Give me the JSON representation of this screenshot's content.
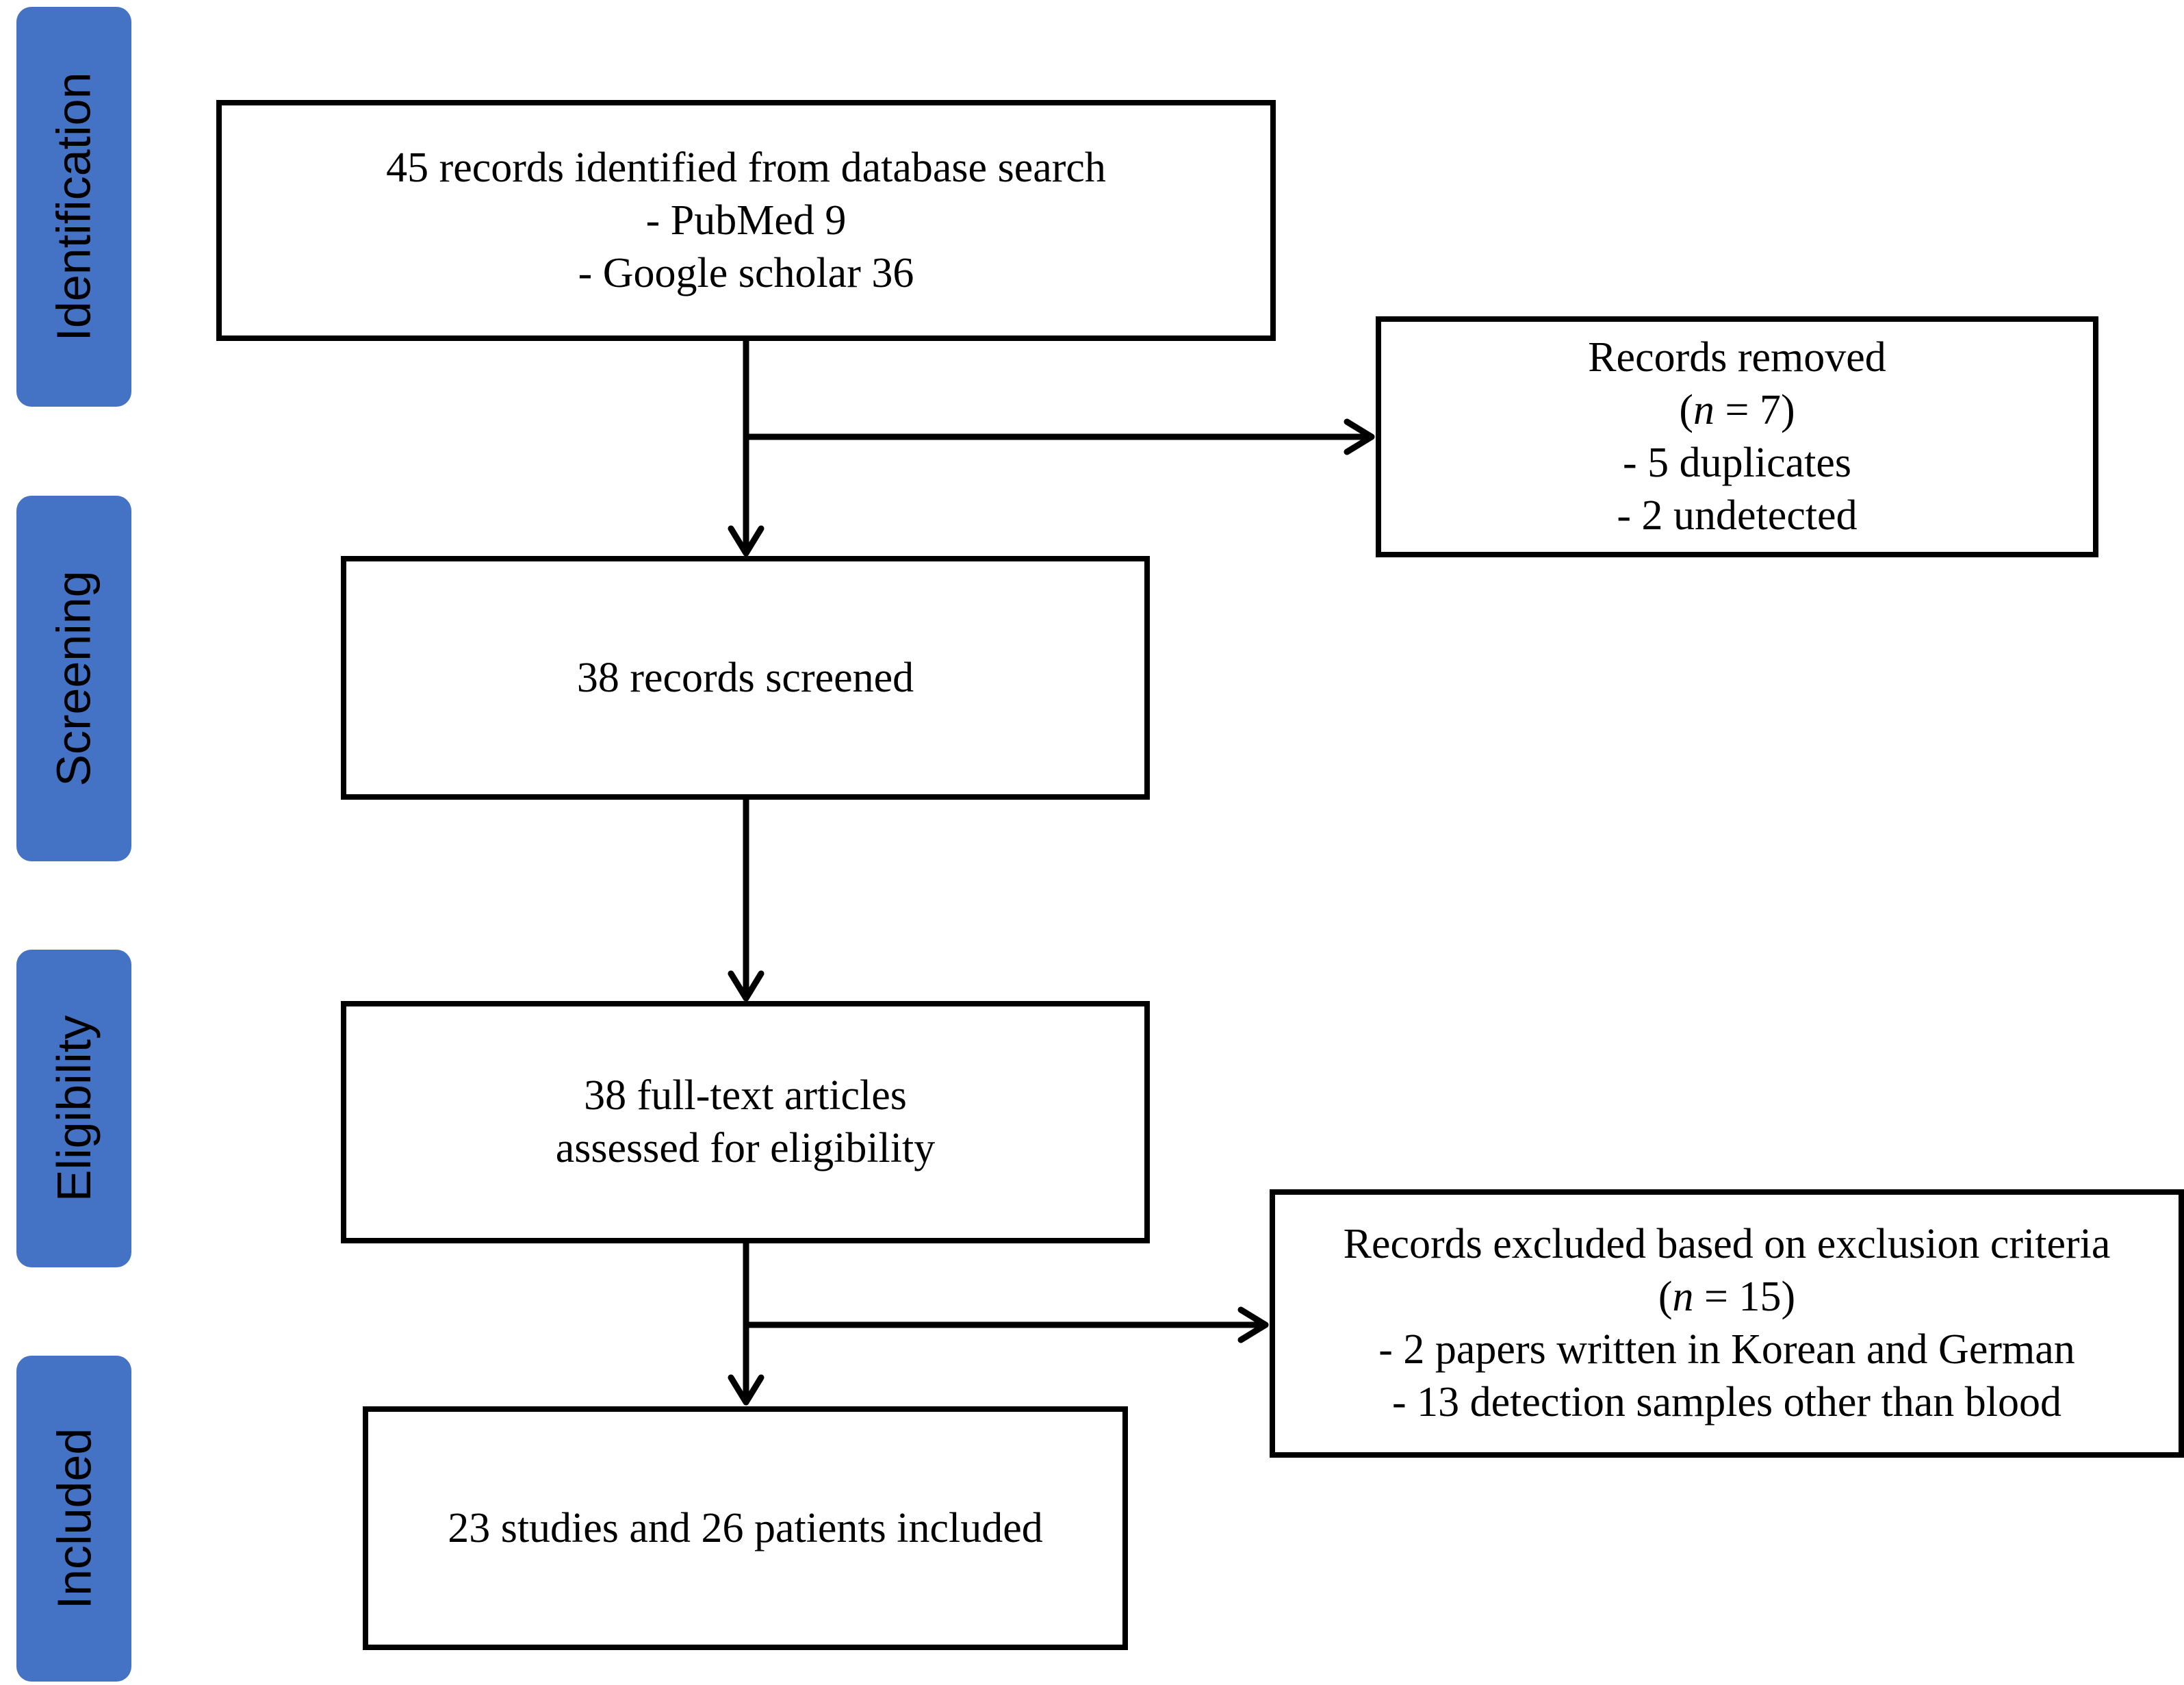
{
  "stages": {
    "identification": "Identification",
    "screening": "Screening",
    "eligibility": "Eligibility",
    "included": "Included"
  },
  "boxes": {
    "identified": {
      "line1": "45 records identified from database search",
      "line2": "- PubMed 9",
      "line3": "- Google scholar 36"
    },
    "removed": {
      "line1": "Records removed",
      "n_prefix": "(",
      "n_symbol": "n",
      "n_value": " = 7)",
      "line3": "- 5 duplicates",
      "line4": "- 2 undetected"
    },
    "screened": {
      "line1": "38 records screened"
    },
    "eligibility": {
      "line1": "38 full-text articles",
      "line2": "assessed for eligibility"
    },
    "excluded": {
      "line1": "Records excluded based on exclusion criteria",
      "n_prefix": "(",
      "n_symbol": "n",
      "n_value": " = 15)",
      "line3": "- 2 papers written in Korean and  German",
      "line4": "- 13 detection samples other than blood"
    },
    "included": {
      "line1": "23 studies and 26 patients included"
    }
  },
  "colors": {
    "stage_fill": "#4472c4",
    "stroke": "#000000"
  }
}
